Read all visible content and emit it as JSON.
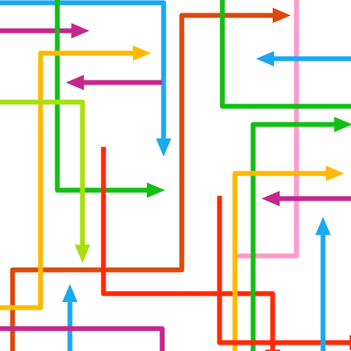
{
  "canvas": {
    "background": "#ffffff"
  },
  "colors": {
    "blue": "#1aa9f2",
    "green": "#14bf14",
    "orange_red": "#d94a0c",
    "magenta": "#c4288f",
    "amber": "#ffb900",
    "pink": "#ff99cc",
    "lime": "#a8e00f",
    "red": "#ff2a0a"
  },
  "arrows": [
    {
      "id": "magenta-top-left",
      "color": "magenta",
      "ends": "head"
    },
    {
      "id": "blue-top-loop",
      "color": "blue",
      "ends": "head"
    },
    {
      "id": "green-left-loop",
      "color": "green",
      "ends": "head"
    },
    {
      "id": "orange-long-path",
      "color": "orange_red",
      "ends": "head"
    },
    {
      "id": "amber-left-path",
      "color": "amber",
      "ends": "head"
    },
    {
      "id": "magenta-upper-middle",
      "color": "magenta",
      "ends": "head"
    },
    {
      "id": "lime-left-path",
      "color": "lime",
      "ends": "head"
    },
    {
      "id": "red-middle-loop",
      "color": "red",
      "ends": "head"
    },
    {
      "id": "pink-right-path",
      "color": "pink",
      "ends": "none"
    },
    {
      "id": "green-upper-right",
      "color": "green",
      "ends": "none"
    },
    {
      "id": "blue-upper-right",
      "color": "blue",
      "ends": "head"
    },
    {
      "id": "green-right-loop",
      "color": "green",
      "ends": "head"
    },
    {
      "id": "amber-right-path",
      "color": "amber",
      "ends": "head"
    },
    {
      "id": "magenta-right",
      "color": "magenta",
      "ends": "head"
    },
    {
      "id": "red-right-loop",
      "color": "red",
      "ends": "head"
    },
    {
      "id": "blue-bottom-right",
      "color": "blue",
      "ends": "head"
    },
    {
      "id": "blue-bottom-left",
      "color": "blue",
      "ends": "head"
    },
    {
      "id": "magenta-bottom",
      "color": "magenta",
      "ends": "none"
    }
  ]
}
